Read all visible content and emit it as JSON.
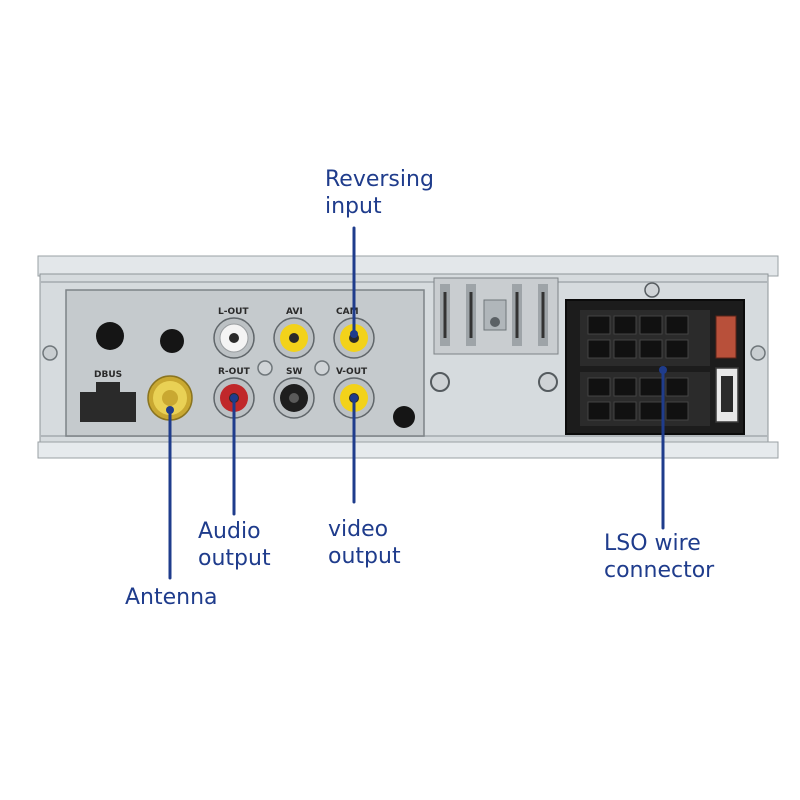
{
  "callouts": {
    "reversing_input": "Reversing\ninput",
    "audio_output": "Audio\noutput",
    "video_output": "video\noutput",
    "antenna": "Antenna",
    "lso_connector": "LSO wire\nconnector"
  },
  "jack_labels": {
    "lout": "L-OUT",
    "avi": "AVI",
    "cam": "CAM",
    "rout": "R-OUT",
    "sw": "SW",
    "vout": "V-OUT",
    "dbus": "DBUS"
  },
  "colors": {
    "callout_text": "#1f3c8c",
    "leader_line": "#1f3c8c",
    "chassis": "#d8dde0",
    "panel": "#c4c9cc",
    "connector": "#1c1c1c",
    "rca_yellow": "#f2d21a",
    "rca_red": "#c0282a",
    "rca_white": "#f4f4f4",
    "antenna_gold": "#e2c642"
  }
}
